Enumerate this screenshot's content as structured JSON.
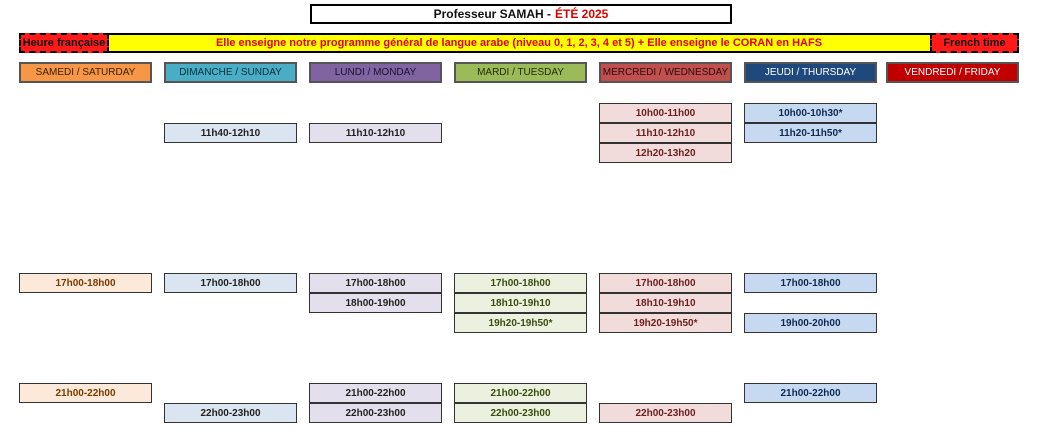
{
  "header": {
    "title_main": "Professeur SAMAH -",
    "title_accent": "ÉTÉ 2025"
  },
  "banner": {
    "left_label": "Heure française",
    "text": "Elle enseigne notre programme général de langue arabe (niveau 0, 1, 2, 3, 4 et 5) + Elle enseigne le CORAN en HAFS",
    "right_label": "French time"
  },
  "colors": {
    "saturday": "#f79646",
    "sunday": "#4bacc6",
    "monday": "#8064a2",
    "tuesday": "#9bbb59",
    "wednesday": "#c0504d",
    "thursday": "#1f497d",
    "friday": "#c00000",
    "banner": "#ffff00",
    "accent": "#e00000"
  },
  "days": [
    {
      "label": "SAMEDI / SATURDAY"
    },
    {
      "label": "DIMANCHE / SUNDAY"
    },
    {
      "label": "LUNDI / MONDAY"
    },
    {
      "label": "MARDI / TUESDAY"
    },
    {
      "label": "MERCREDI / WEDNESDAY"
    },
    {
      "label": "JEUDI / THURSDAY"
    },
    {
      "label": "VENDREDI / FRIDAY"
    }
  ],
  "slots": {
    "saturday": [
      "17h00-18h00",
      "21h00-22h00"
    ],
    "sunday": [
      "11h40-12h10",
      "17h00-18h00",
      "22h00-23h00"
    ],
    "monday": [
      "11h10-12h10",
      "17h00-18h00",
      "18h00-19h00",
      "21h00-22h00",
      "22h00-23h00"
    ],
    "tuesday": [
      "17h00-18h00",
      "18h10-19h10",
      "19h20-19h50*",
      "21h00-22h00",
      "22h00-23h00"
    ],
    "wednesday": [
      "10h00-11h00",
      "11h10-12h10",
      "12h20-13h20",
      "17h00-18h00",
      "18h10-19h10",
      "19h20-19h50*",
      "22h00-23h00"
    ],
    "thursday": [
      "10h00-10h30*",
      "11h20-11h50*",
      "17h00-18h00",
      "19h00-20h00",
      "21h00-22h00"
    ]
  }
}
